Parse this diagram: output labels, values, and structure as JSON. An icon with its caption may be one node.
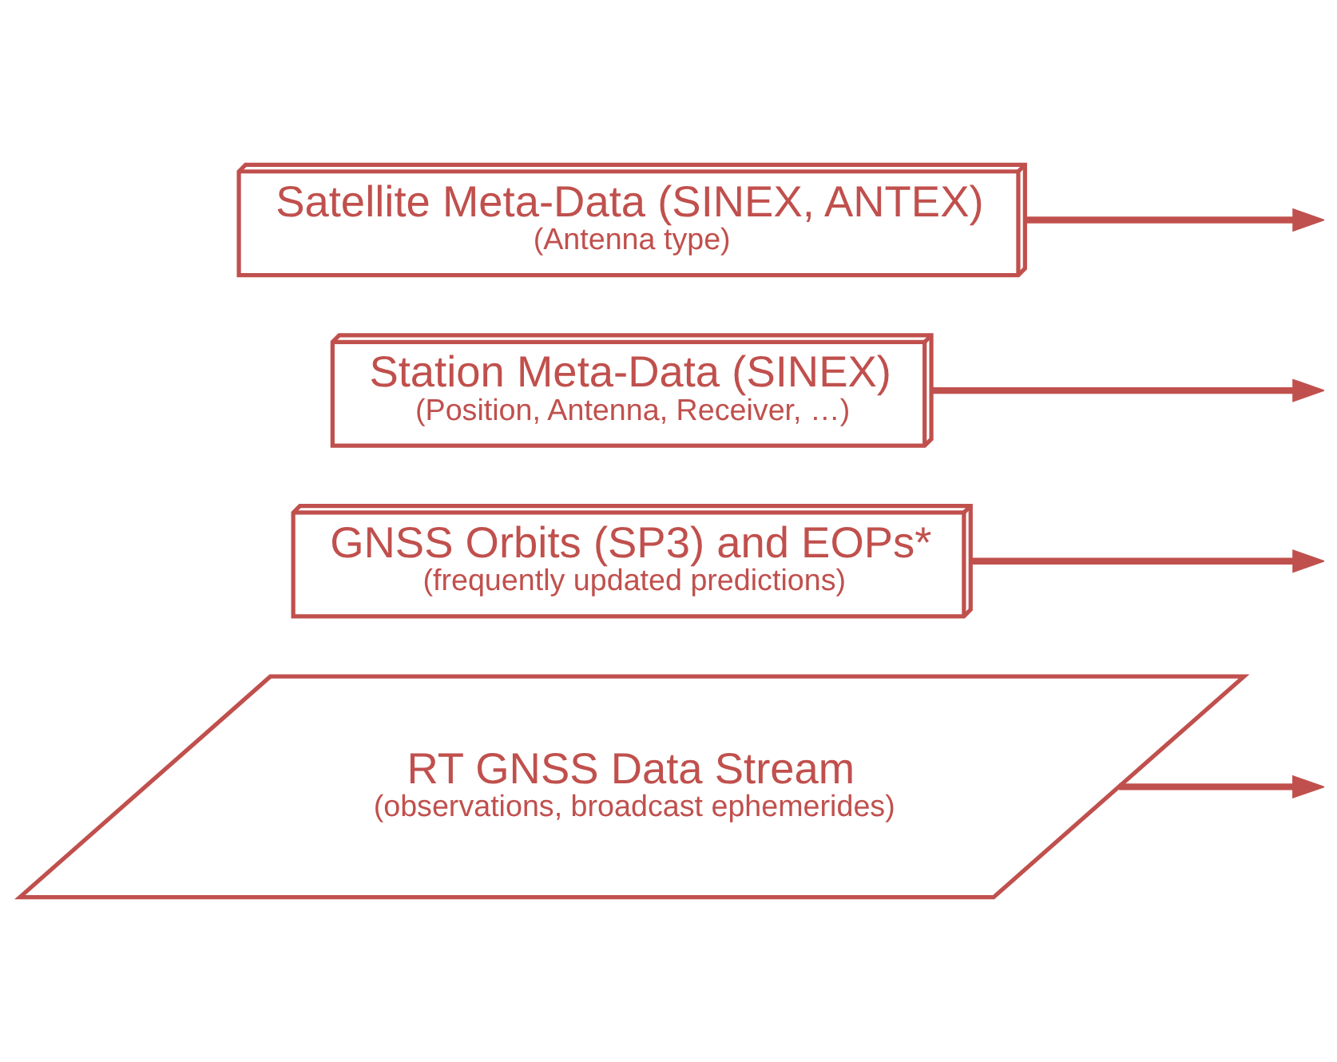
{
  "diagram": {
    "nodes": [
      {
        "text": [
          "RT GNSS Data Stream",
          "(observations, broadcast ephemerides)"
        ]
      },
      {
        "text": [
          "GNSS Orbits (SP3) and EOPs*",
          "(frequently updated predictions)"
        ]
      },
      {
        "text": [
          "Station Meta-Data (SINEX)",
          "(Position, Antenna, Receiver, …)"
        ]
      },
      {
        "text": [
          "Satellite Meta-Data (SINEX, ANTEX)",
          "(Antenna type)"
        ]
      }
    ],
    "edges": [
      {
        "from": 0,
        "to": null,
        "arrow": "to"
      },
      {
        "from": 1,
        "to": null,
        "arrow": "to"
      },
      {
        "from": 2,
        "to": null,
        "arrow": "to"
      },
      {
        "from": 3,
        "to": null,
        "arrow": "to"
      }
    ]
  }
}
